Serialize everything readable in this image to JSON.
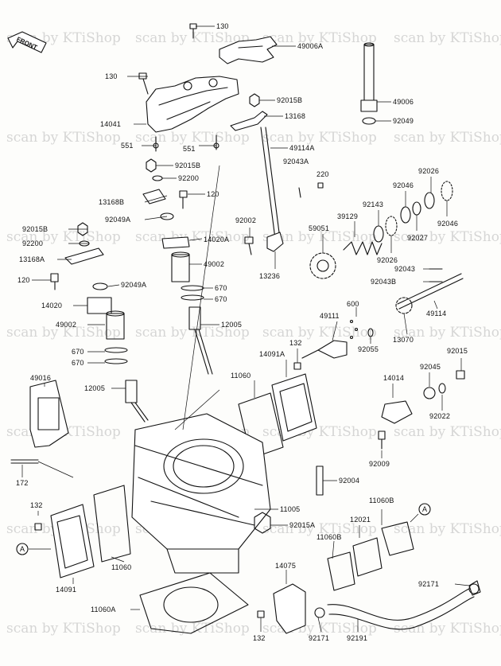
{
  "watermark": "scan by KTiShop",
  "front": "FRONT",
  "marker_a": "A",
  "parts": [
    "130",
    "49006A",
    "130",
    "92015B",
    "13168",
    "14041",
    "551",
    "551",
    "49114A",
    "49006",
    "92049",
    "92015B",
    "92200",
    "92043A",
    "220",
    "13168B",
    "120",
    "92049A",
    "14020A",
    "49002",
    "670",
    "670",
    "12005",
    "92015B",
    "92200",
    "13168A",
    "120",
    "92049A",
    "14020",
    "49002",
    "670",
    "670",
    "12005",
    "92002",
    "13236",
    "59051",
    "39129",
    "92143",
    "92026",
    "92046",
    "92026",
    "92027",
    "92046",
    "92043",
    "92043B",
    "49114",
    "13070",
    "600",
    "49111",
    "92055",
    "132",
    "14091A",
    "11060",
    "14014",
    "92045",
    "92022",
    "92015",
    "92009",
    "49016",
    "172",
    "92004",
    "11005",
    "92015A",
    "132",
    "11060",
    "14091",
    "11060A",
    "14075",
    "11060B",
    "12021",
    "11060B",
    "92171",
    "132",
    "92171",
    "92191"
  ]
}
